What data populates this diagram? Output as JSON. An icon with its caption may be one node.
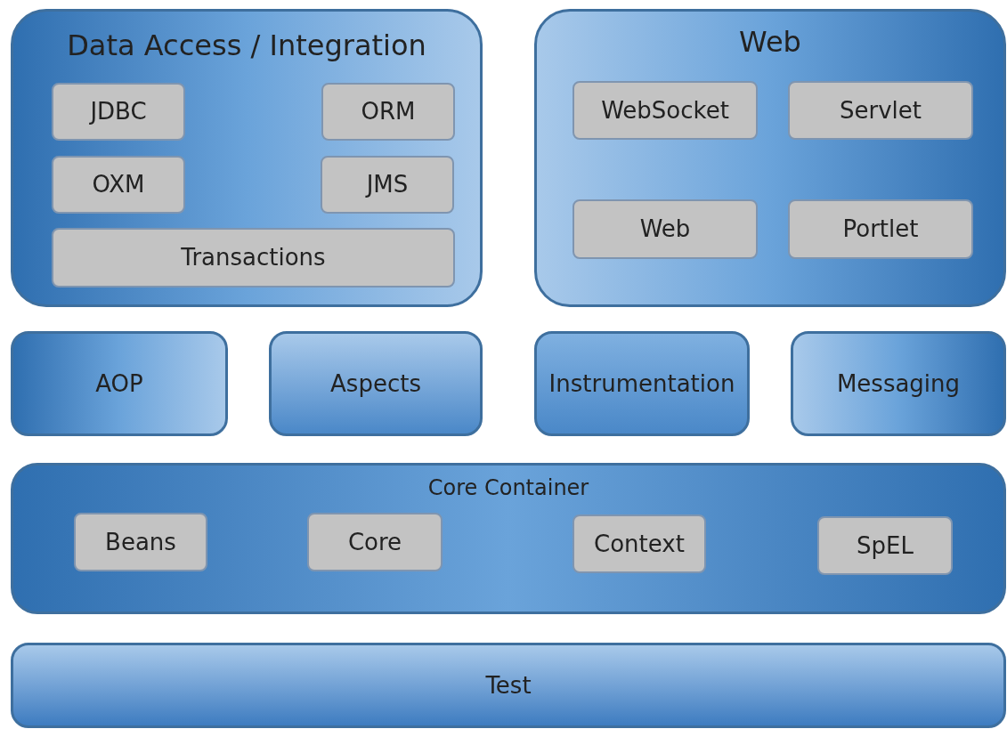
{
  "diagram": {
    "nodes": [
      {
        "text": [
          "Data Access / Integration"
        ]
      },
      {
        "text": [
          "JDBC"
        ],
        "in": 0
      },
      {
        "text": [
          "ORM"
        ],
        "in": 0
      },
      {
        "text": [
          "OXM"
        ],
        "in": 0
      },
      {
        "text": [
          "JMS"
        ],
        "in": 0
      },
      {
        "text": [
          "Transactions"
        ],
        "in": 0
      },
      {
        "text": [
          "Web"
        ]
      },
      {
        "text": [
          "WebSocket"
        ],
        "in": 6
      },
      {
        "text": [
          "Servlet"
        ],
        "in": 6
      },
      {
        "text": [
          "Web"
        ],
        "in": 6
      },
      {
        "text": [
          "Portlet"
        ],
        "in": 6
      },
      {
        "text": [
          "AOP"
        ]
      },
      {
        "text": [
          "Aspects"
        ]
      },
      {
        "text": [
          "Instrumentation"
        ]
      },
      {
        "text": [
          "Messaging"
        ]
      },
      {
        "text": [
          "Core Container"
        ]
      },
      {
        "text": [
          "Beans"
        ],
        "in": 15
      },
      {
        "text": [
          "Core"
        ],
        "in": 15
      },
      {
        "text": [
          "Context"
        ],
        "in": 15
      },
      {
        "text": [
          "SpEL"
        ],
        "in": 15
      },
      {
        "text": [
          "Test"
        ]
      }
    ]
  }
}
